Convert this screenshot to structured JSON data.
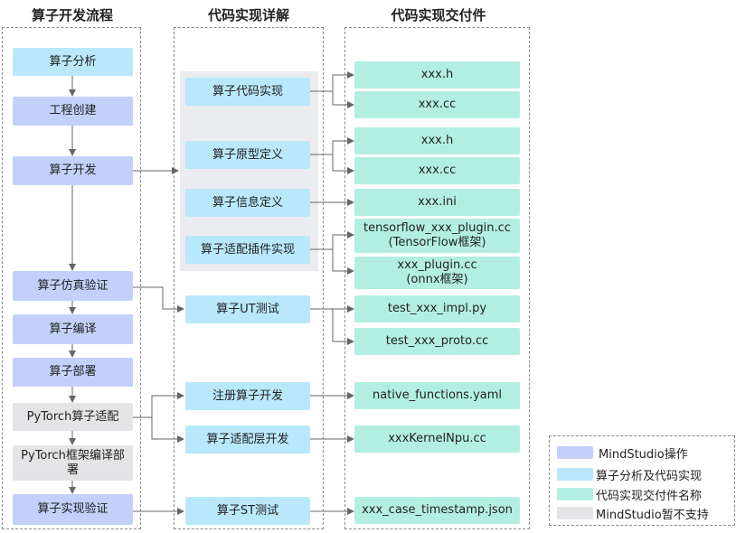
{
  "columns": {
    "flow": "算子开发流程",
    "impl": "代码实现详解",
    "deliver": "代码实现交付件"
  },
  "flow_steps": {
    "analysis": "算子分析",
    "project": "工程创建",
    "develop": "算子开发",
    "simulate": "算子仿真验证",
    "compile": "算子编译",
    "deploy": "算子部署",
    "pytorch_adapt": "PyTorch算子适配",
    "pytorch_build": "PyTorch框架编译部署",
    "verify": "算子实现验证"
  },
  "impl_steps": {
    "code": "算子代码实现",
    "proto": "算子原型定义",
    "info": "算子信息定义",
    "plugin": "算子适配插件实现",
    "ut": "算子UT测试",
    "register": "注册算子开发",
    "adapter": "算子适配层开发",
    "st": "算子ST测试"
  },
  "deliverables": {
    "code_h": "xxx.h",
    "code_cc": "xxx.cc",
    "proto_h": "xxx.h",
    "proto_cc": "xxx.cc",
    "info_ini": "xxx.ini",
    "plugin_tf": "tensorflow_xxx_plugin.cc\n(TensorFlow框架)",
    "plugin_onnx": "xxx_plugin.cc\n(onnx框架)",
    "ut_impl": "test_xxx_impl.py",
    "ut_proto": "test_xxx_proto.cc",
    "native": "native_functions.yaml",
    "kernel": "xxxKernelNpu.cc",
    "st_json": "xxx_case_timestamp.json"
  },
  "legend": {
    "mindstudio": "MindStudio操作",
    "analysis_impl": "算子分析及代码实现",
    "deliverable_name": "代码实现交付件名称",
    "unsupported": "MindStudio暂不支持"
  },
  "colors": {
    "mindstudio_op": "#c3d1fa",
    "analysis_impl": "#b9e8fb",
    "deliverable": "#b3efe0",
    "unsupported": "#e4e4e6",
    "connector": "#666666"
  }
}
